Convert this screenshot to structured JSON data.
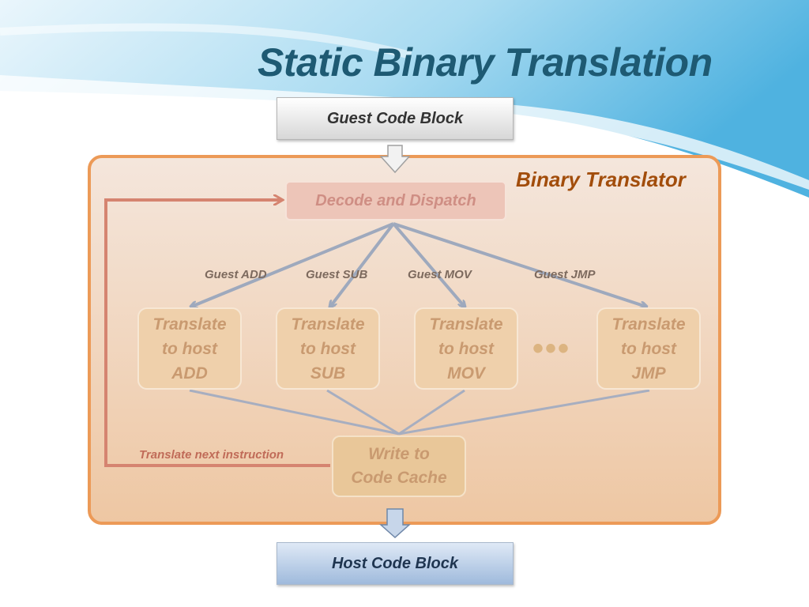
{
  "title": "Static Binary Translation",
  "guest_block": "Guest Code Block",
  "host_block": "Host Code Block",
  "translator": {
    "label": "Binary Translator",
    "decode": "Decode and Dispatch",
    "edges": [
      "Guest ADD",
      "Guest SUB",
      "Guest MOV",
      "Guest JMP"
    ],
    "translators": [
      {
        "line1": "Translate",
        "line2": "to host",
        "line3": "ADD"
      },
      {
        "line1": "Translate",
        "line2": "to host",
        "line3": "SUB"
      },
      {
        "line1": "Translate",
        "line2": "to host",
        "line3": "MOV"
      },
      {
        "line1": "Translate",
        "line2": "to host",
        "line3": "JMP"
      }
    ],
    "ellipsis": "•••",
    "write": {
      "line1": "Write to",
      "line2": "Code Cache"
    },
    "loop_label": "Translate next instruction"
  },
  "colors": {
    "title": "#1e5a73",
    "panel_border": "#ec9a57",
    "panel_label": "#a24d0b",
    "loop_arrow": "#d58470",
    "flow_arrow": "#9ea9bd"
  }
}
